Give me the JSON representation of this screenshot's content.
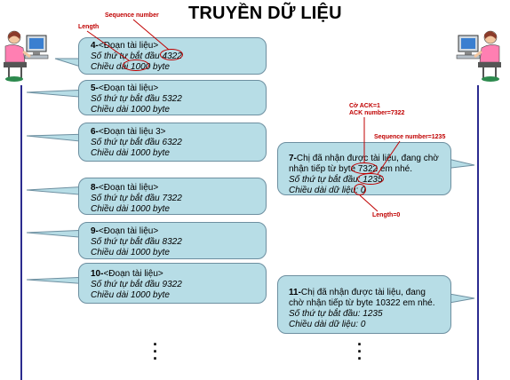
{
  "title": "TRUYỀN DỮ LIỆU",
  "annotations": {
    "sequence_number": "Sequence number",
    "length": "Length",
    "ack_flag": "Cờ ACK=1",
    "ack_number": "ACK number=7322",
    "sequence_number_ack": "Sequence number=1235",
    "length_zero": "Length=0"
  },
  "left_messages": [
    {
      "num": "4-",
      "head": "<Đoạn tài liệu>",
      "seq_label": "Số thứ tự bắt đầu ",
      "seq": "4322",
      "len_label": "Chiều dài ",
      "len": "1000",
      "len_unit": " byte"
    },
    {
      "num": "5-",
      "head": "<Đoạn tài liệu>",
      "seq_label": "Số thứ tự bắt đầu ",
      "seq": "5322",
      "len_label": "Chiều dài ",
      "len": "1000",
      "len_unit": " byte"
    },
    {
      "num": "6-",
      "head": "<Đoạn tài liệu 3>",
      "seq_label": "Số thứ tự bắt đầu ",
      "seq": "6322",
      "len_label": "Chiều dài ",
      "len": "1000",
      "len_unit": " byte"
    },
    {
      "num": "8-",
      "head": "<Đoạn tài liệu>",
      "seq_label": "Số thứ tự bắt đầu ",
      "seq": "7322",
      "len_label": "Chiều dài ",
      "len": "1000",
      "len_unit": " byte"
    },
    {
      "num": "9-",
      "head": "<Đoạn tài liệu>",
      "seq_label": "Số thứ tự bắt đầu ",
      "seq": "8322",
      "len_label": "Chiều dài ",
      "len": "1000",
      "len_unit": " byte"
    },
    {
      "num": "10-",
      "head": "<Đoạn tài liệu>",
      "seq_label": "Số thứ tự bắt đầu ",
      "seq": "9322",
      "len_label": "Chiều dài ",
      "len": "1000",
      "len_unit": " byte"
    }
  ],
  "right_messages": [
    {
      "num": "7-",
      "line1": "Chị đã nhận được tài liệu, đang chờ",
      "line2_a": "nhận tiếp từ byte ",
      "line2_val": "7322",
      "line2_b": " em nhé.",
      "seq_label": "Số thứ tự bắt đầu: ",
      "seq": "1235",
      "len_label": "Chiều dài dữ liệu: ",
      "len": "0"
    },
    {
      "num": "11-",
      "line1": "Chị đã nhận được tài liệu, đang",
      "line2_a": "chờ nhận tiếp từ byte 10322 em nhé.",
      "line2_val": "",
      "line2_b": "",
      "seq_label": "Số thứ tự bắt đầu: ",
      "seq": "1235",
      "len_label": "Chiều dài dữ liệu: ",
      "len": "0"
    }
  ],
  "colors": {
    "bubble_fill": "#b7dde6",
    "bubble_border": "#6d8fa0",
    "annotation_red": "#c00000",
    "timeline_blue": "#2b2b8f"
  },
  "icons": [
    "person-at-computer-icon",
    "person-at-computer-icon"
  ]
}
